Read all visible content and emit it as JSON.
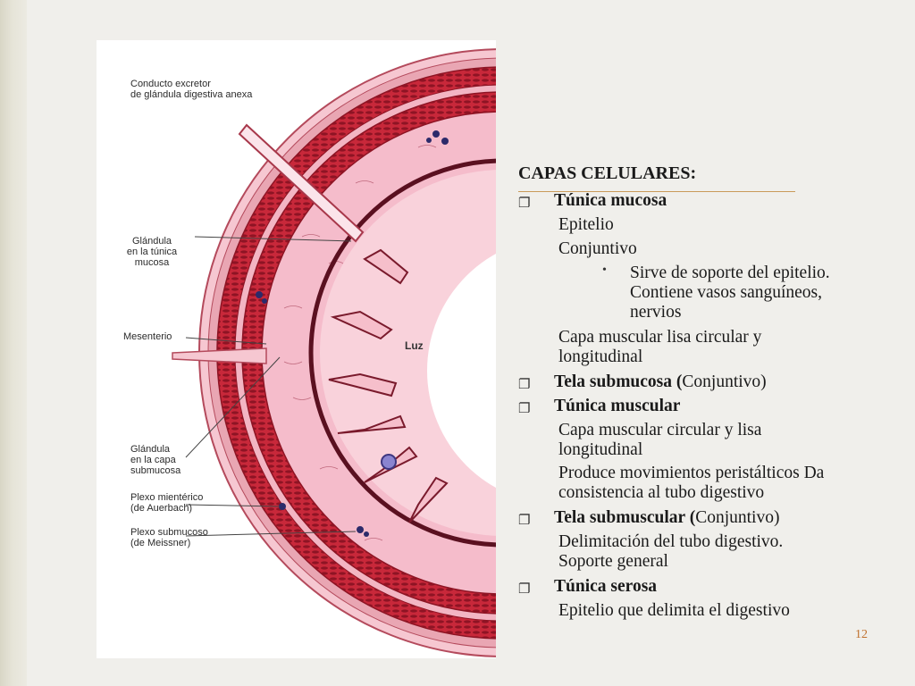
{
  "figure": {
    "labels": {
      "conducto": [
        "Conducto excretor",
        "de glándula digestiva anexa"
      ],
      "glandula_mucosa": [
        "Glándula",
        "en la túnica",
        "mucosa"
      ],
      "mesenterio": "Mesenterio",
      "luz": "Luz",
      "glandula_submucosa": [
        "Glándula",
        "en la capa",
        "submucosa"
      ],
      "plexo_mienterico": [
        "Plexo mientérico",
        "(de Auerbach)"
      ],
      "plexo_submucoso": [
        "Plexo submucoso",
        "(de Meissner)"
      ]
    }
  },
  "slide": {
    "heading": "CAPAS CELULARES:",
    "items": [
      {
        "type": "bullet",
        "bold": "Túnica mucosa",
        "normal": ""
      },
      {
        "type": "sub",
        "text": "Epitelio"
      },
      {
        "type": "sub",
        "text": "Conjuntivo"
      },
      {
        "type": "dot",
        "lines": [
          "Sirve de soporte del epitelio.",
          "Contiene vasos sanguíneos,",
          "nervios"
        ]
      },
      {
        "type": "sub",
        "lines": [
          "Capa muscular lisa circular y",
          "longitudinal"
        ]
      },
      {
        "type": "bullet",
        "bold": "Tela submucosa (",
        "normal": "Conjuntivo)"
      },
      {
        "type": "bullet",
        "bold": "Túnica muscular",
        "normal": ""
      },
      {
        "type": "sub",
        "lines": [
          "Capa muscular circular y lisa",
          "longitudinal"
        ]
      },
      {
        "type": "sub",
        "lines": [
          "Produce movimientos peristálticos Da",
          "consistencia al tubo digestivo"
        ]
      },
      {
        "type": "bullet",
        "bold": "Tela submuscular (",
        "normal": "Conjuntivo)"
      },
      {
        "type": "sub",
        "lines": [
          "Delimitación del tubo digestivo.",
          "Soporte general"
        ]
      },
      {
        "type": "bullet",
        "bold": "Túnica serosa",
        "normal": ""
      },
      {
        "type": "sub",
        "text": "Epitelio que delimita el digestivo"
      }
    ],
    "page_number": "12"
  },
  "colors": {
    "bullet_rule": "#c99a5a",
    "page_number": "#c0712e",
    "muscle_red": "#c8283a",
    "mucosa_pink": "#f2b8c6"
  },
  "icons": {
    "bullet": "hollow-square-bullet-icon"
  }
}
